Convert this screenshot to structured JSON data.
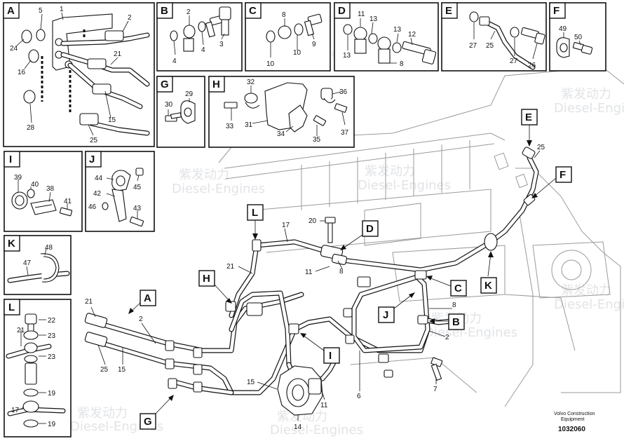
{
  "detail_boxes": [
    {
      "id": "A",
      "label": "A"
    },
    {
      "id": "B",
      "label": "B"
    },
    {
      "id": "C",
      "label": "C"
    },
    {
      "id": "D",
      "label": "D"
    },
    {
      "id": "E",
      "label": "E"
    },
    {
      "id": "F",
      "label": "F"
    },
    {
      "id": "G",
      "label": "G"
    },
    {
      "id": "H",
      "label": "H"
    },
    {
      "id": "I",
      "label": "I"
    },
    {
      "id": "J",
      "label": "J"
    },
    {
      "id": "K",
      "label": "K"
    },
    {
      "id": "L",
      "label": "L"
    }
  ],
  "main_tags": [
    "A",
    "B",
    "C",
    "D",
    "E",
    "F",
    "G",
    "H",
    "I",
    "J",
    "K",
    "L"
  ],
  "box_numbers": {
    "A": [
      "1",
      "5",
      "2",
      "24",
      "16",
      "21",
      "15",
      "28",
      "25"
    ],
    "B": [
      "2",
      "4",
      "4",
      "3"
    ],
    "C": [
      "8",
      "10",
      "10",
      "9"
    ],
    "D": [
      "11",
      "13",
      "13",
      "12",
      "13",
      "8"
    ],
    "E": [
      "27",
      "25",
      "27",
      "26"
    ],
    "F": [
      "49",
      "50"
    ],
    "G": [
      "29",
      "30"
    ],
    "H": [
      "32",
      "36",
      "33",
      "31",
      "34",
      "35",
      "37"
    ],
    "I": [
      "39",
      "40",
      "38",
      "41"
    ],
    "J": [
      "44",
      "45",
      "42",
      "46",
      "43"
    ],
    "K": [
      "48",
      "47"
    ],
    "L": [
      "22",
      "21",
      "23",
      "23",
      "19",
      "17",
      "19"
    ]
  },
  "main_numbers": [
    "17",
    "20",
    "21",
    "11",
    "8",
    "25",
    "2",
    "8",
    "2",
    "21",
    "25",
    "15",
    "15",
    "6",
    "7",
    "11",
    "14"
  ],
  "watermark": {
    "text": "紫发动力",
    "subtext": "Diesel-Engines"
  },
  "footer": {
    "credit_line1": "Volvo Construction",
    "credit_line2": "Equipment",
    "document_number": "1032060"
  }
}
